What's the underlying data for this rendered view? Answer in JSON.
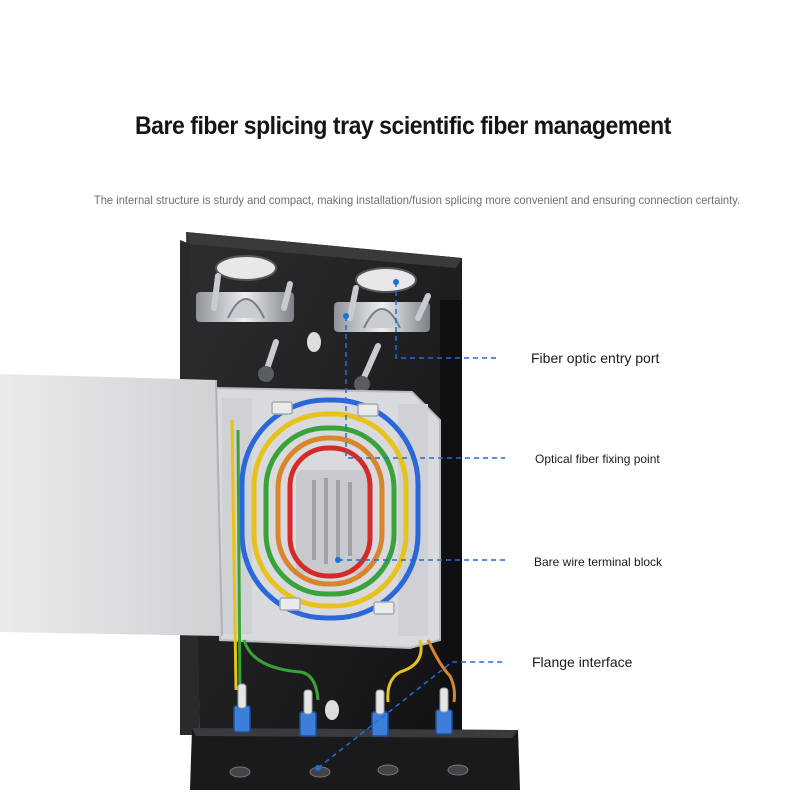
{
  "header": {
    "title": "Bare fiber splicing tray scientific fiber management",
    "subtitle": "The internal structure is sturdy and compact, making installation/fusion splicing more convenient and ensuring connection certainty."
  },
  "callouts": {
    "entry_port": "Fiber optic entry port",
    "fixing_point": "Optical fiber fixing point",
    "terminal_block": "Bare wire terminal block",
    "flange_interface": "Flange interface"
  },
  "colors": {
    "box": "#1c1c1e",
    "tray": "#d9dade",
    "lid": "#e4e5e7",
    "leader": "#1e6fd9",
    "fibers": [
      "#2a67d8",
      "#e7c21c",
      "#3aa23a",
      "#d8852e",
      "#d42a2a"
    ]
  },
  "icons": [
    "cable-gland-icon",
    "screw-icon",
    "sc-connector-icon"
  ]
}
